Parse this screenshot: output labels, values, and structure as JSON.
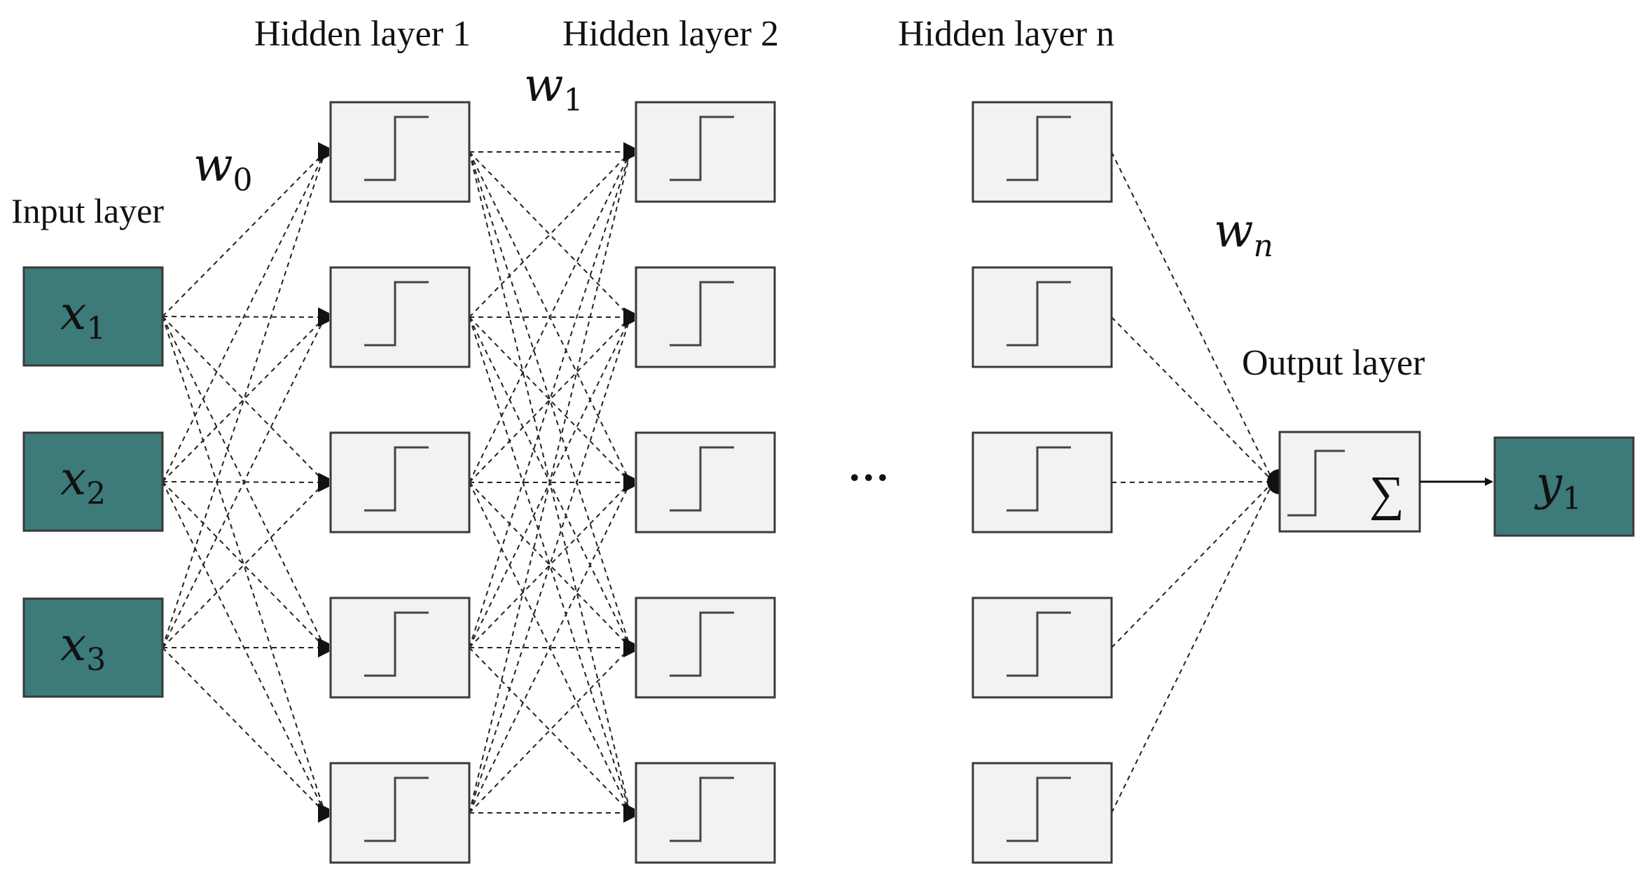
{
  "labels": {
    "input_layer": "Input layer",
    "hidden_layer_1": "Hidden layer 1",
    "hidden_layer_2": "Hidden layer 2",
    "hidden_layer_n": "Hidden layer n",
    "output_layer": "Output layer",
    "ellipsis": "···",
    "sum_symbol": "∑"
  },
  "weights": [
    {
      "symbol": "w",
      "sub": "0"
    },
    {
      "symbol": "w",
      "sub": "1"
    },
    {
      "symbol": "w",
      "sub": "n"
    }
  ],
  "inputs": [
    {
      "symbol": "x",
      "sub": "1"
    },
    {
      "symbol": "x",
      "sub": "2"
    },
    {
      "symbol": "x",
      "sub": "3"
    }
  ],
  "outputs": [
    {
      "symbol": "y",
      "sub": "1"
    }
  ],
  "hidden_layers": {
    "count_shown": 3,
    "neurons_per_layer": 5,
    "activation_icon": "step-function-icon"
  },
  "colors": {
    "io_fill": "#3d7a7a",
    "neuron_fill": "#f2f2f2",
    "border": "#3a3a3a"
  }
}
